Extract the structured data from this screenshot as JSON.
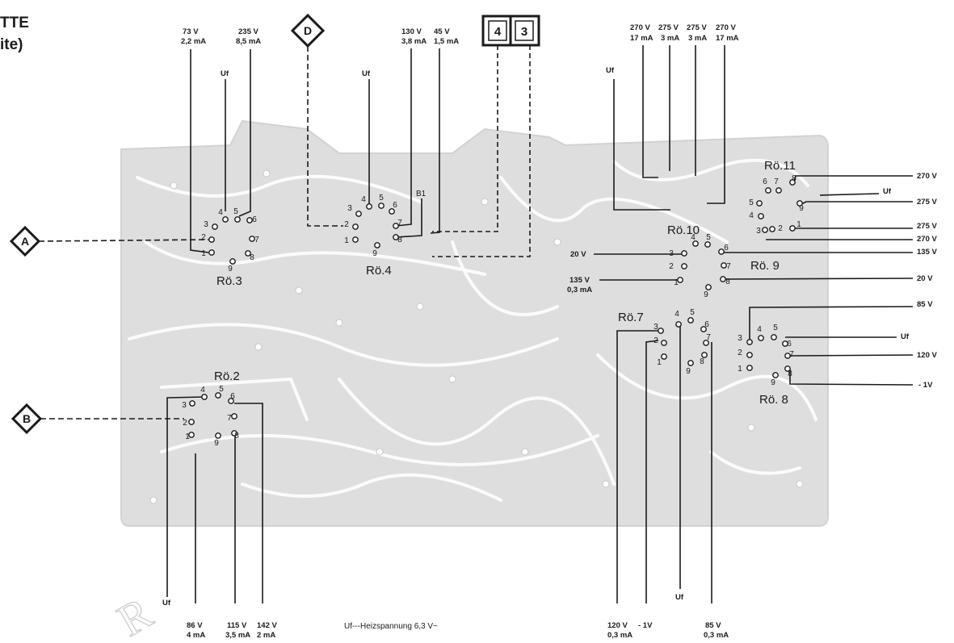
{
  "header": {
    "line1": "TTE",
    "line2": "ite)"
  },
  "stamp_text": "R",
  "legend": "Uf---Heizspannung 6,3 V~",
  "colors": {
    "ink": "#1a1a1a",
    "board": "#dedede",
    "board_edge": "#d2d2d2",
    "paper": "#ffffff"
  },
  "connectors": [
    {
      "id": "A",
      "label": "A"
    },
    {
      "id": "B",
      "label": "B"
    },
    {
      "id": "D",
      "label": "D"
    }
  ],
  "boxes": [
    "4",
    "3"
  ],
  "tubes": [
    {
      "id": "ro3",
      "label": "Rö.3",
      "pins": [
        "1",
        "2",
        "3",
        "4",
        "5",
        "6",
        "7",
        "8",
        "9"
      ]
    },
    {
      "id": "ro4",
      "label": "Rö.4",
      "pins": [
        "1",
        "2",
        "3",
        "4",
        "5",
        "6",
        "7",
        "8",
        "9"
      ]
    },
    {
      "id": "ro2",
      "label": "Rö.2",
      "pins": [
        "1",
        "2",
        "3",
        "4",
        "5",
        "6",
        "7",
        "8",
        "9"
      ]
    },
    {
      "id": "ro10",
      "label": "Rö.10",
      "pins": [
        "1",
        "2",
        "3",
        "4",
        "5",
        "6",
        "7",
        "8",
        "9"
      ]
    },
    {
      "id": "ro11",
      "label": "Rö.11",
      "pins": [
        "1",
        "2",
        "3",
        "5",
        "4",
        "6",
        "7",
        "8",
        "9"
      ]
    },
    {
      "id": "ro9",
      "label": "Rö. 9",
      "pins": [
        "1",
        "2",
        "3",
        "4",
        "5",
        "6",
        "7",
        "8",
        "9"
      ]
    },
    {
      "id": "ro7",
      "label": "Rö.7",
      "pins": [
        "1",
        "2",
        "3",
        "4",
        "5",
        "6",
        "7",
        "8",
        "9"
      ]
    },
    {
      "id": "ro8",
      "label": "Rö. 8",
      "pins": [
        "1",
        "2",
        "3",
        "4",
        "5",
        "6",
        "7",
        "8",
        "9"
      ]
    }
  ],
  "b1_label": "B1",
  "measurements": {
    "top_ro3": [
      [
        "73 V",
        "2,2 mA"
      ],
      [
        "235 V",
        "8,5 mA"
      ]
    ],
    "top_ro4": [
      [
        "130 V",
        "3,8 mA"
      ],
      [
        "45 V",
        "1,5 mA"
      ]
    ],
    "top_ro10": [
      [
        "270 V",
        "17 mA"
      ],
      [
        "275 V",
        "3 mA"
      ],
      [
        "275 V",
        "3 mA"
      ],
      [
        "270 V",
        "17 mA"
      ]
    ],
    "uf": "Uf",
    "right_ro11": [
      "270 V",
      "275 V",
      "275 V",
      "270 V",
      "135 V"
    ],
    "ro9_right": "20 V",
    "ro9_left": "20 V",
    "ro10_135": [
      "135 V",
      "0,3 mA"
    ],
    "ro8_right": [
      "85 V",
      "120 V",
      "- 1V"
    ],
    "bottom_ro2": [
      [
        "86 V",
        "4 mA"
      ],
      [
        "115 V",
        "3,5 mA"
      ],
      [
        "142 V",
        "2 mA"
      ]
    ],
    "bottom_ro7": [
      [
        "120 V",
        "0,3 mA"
      ],
      [
        "- 1V",
        ""
      ],
      [
        "85 V",
        "0,3 mA"
      ]
    ]
  }
}
